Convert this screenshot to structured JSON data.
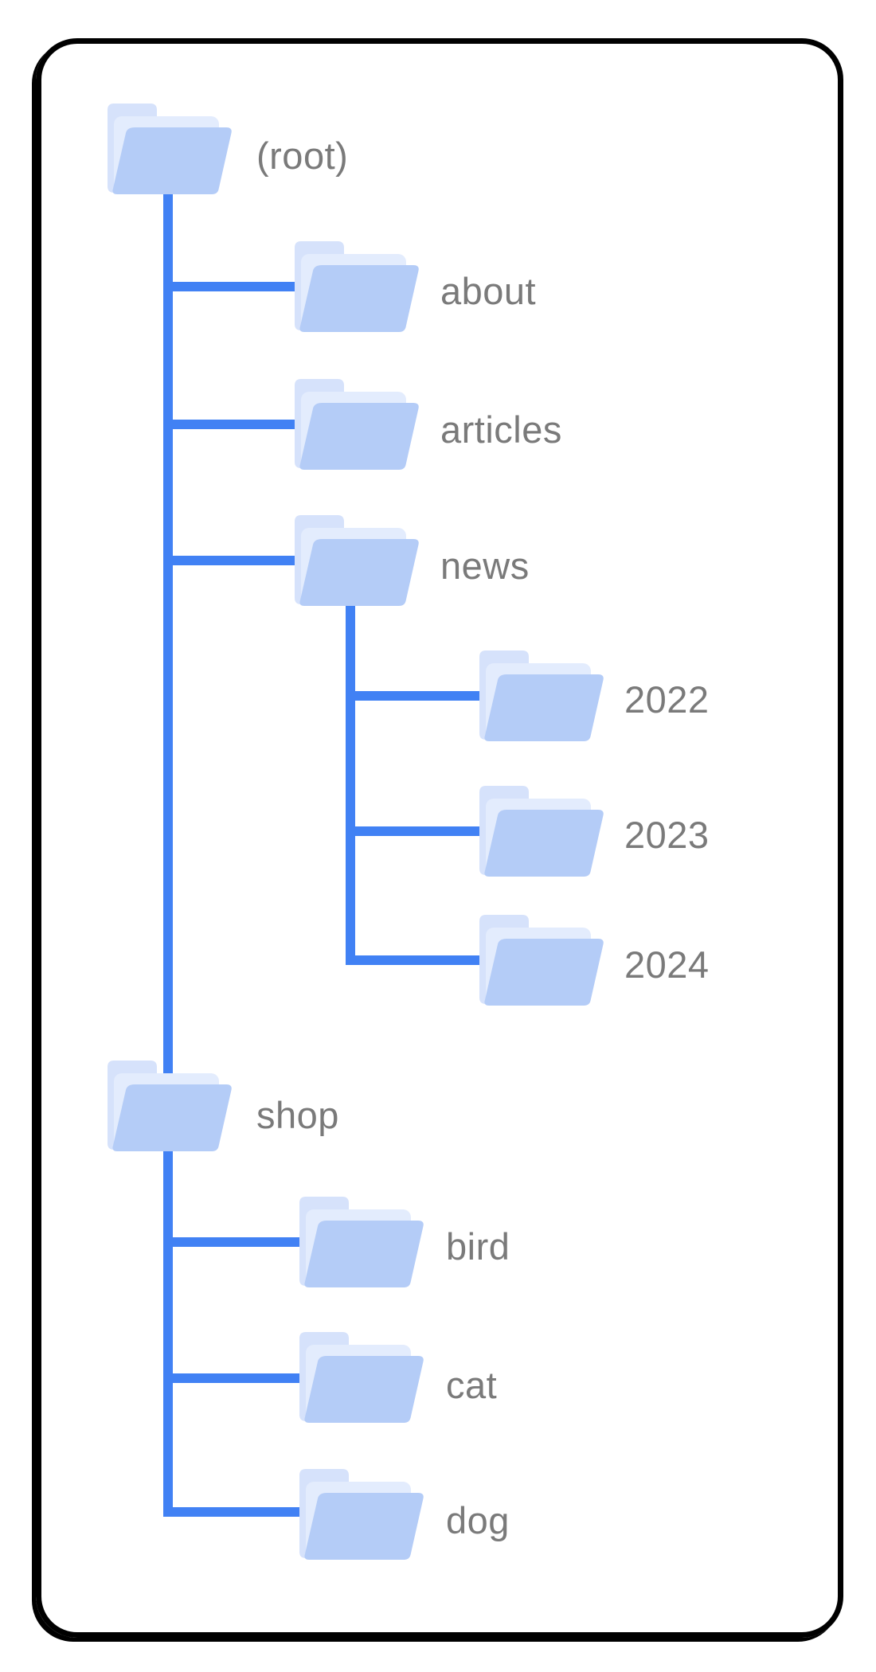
{
  "diagram": {
    "type": "folder-tree",
    "nodes": [
      {
        "label": "(root)",
        "parent": null
      },
      {
        "label": "about",
        "parent": "(root)"
      },
      {
        "label": "articles",
        "parent": "(root)"
      },
      {
        "label": "news",
        "parent": "(root)"
      },
      {
        "label": "2022",
        "parent": "news"
      },
      {
        "label": "2023",
        "parent": "news"
      },
      {
        "label": "2024",
        "parent": "news"
      },
      {
        "label": "shop",
        "parent": "(root)"
      },
      {
        "label": "bird",
        "parent": "shop"
      },
      {
        "label": "cat",
        "parent": "shop"
      },
      {
        "label": "dog",
        "parent": "shop"
      }
    ],
    "tree": {
      "label": "(root)",
      "children": [
        {
          "label": "about"
        },
        {
          "label": "articles"
        },
        {
          "label": "news",
          "children": [
            {
              "label": "2022"
            },
            {
              "label": "2023"
            },
            {
              "label": "2024"
            }
          ]
        },
        {
          "label": "shop",
          "children": [
            {
              "label": "bird"
            },
            {
              "label": "cat"
            },
            {
              "label": "dog"
            }
          ]
        }
      ]
    },
    "colors": {
      "background": "#ffffff",
      "frame_border": "#000000",
      "connector_line": "#4181f4",
      "folder_front": "#b4ccf7",
      "folder_back": "#d6e2fb",
      "folder_sheet": "#e3ecfd",
      "label_text": "#7a7a7a"
    }
  }
}
